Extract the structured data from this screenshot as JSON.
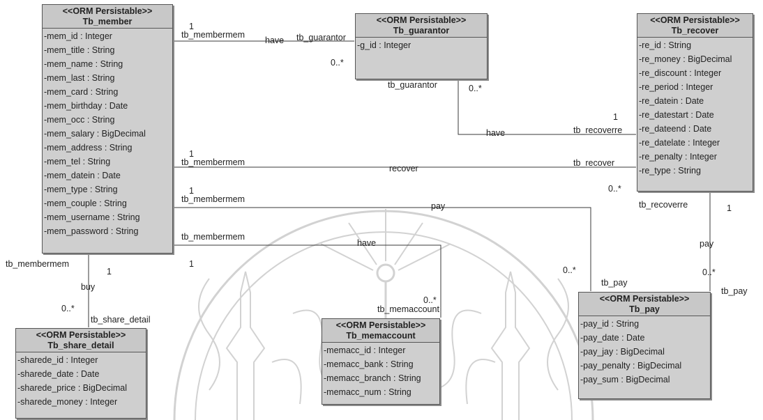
{
  "classes": {
    "member": {
      "stereotype": "<<ORM Persistable>>",
      "name": "Tb_member",
      "attributes": [
        "-mem_id : Integer",
        "-mem_title : String",
        "-mem_name : String",
        "-mem_last : String",
        "-mem_card : String",
        "-mem_birthday : Date",
        "-mem_occ : String",
        "-mem_salary : BigDecimal",
        "-mem_address : String",
        "-mem_tel : String",
        "-mem_datein : Date",
        "-mem_type : String",
        "-mem_couple : String",
        "-mem_username : String",
        "-mem_password : String"
      ]
    },
    "guarantor": {
      "stereotype": "<<ORM Persistable>>",
      "name": "Tb_guarantor",
      "attributes": [
        "-g_id : Integer"
      ]
    },
    "recover": {
      "stereotype": "<<ORM Persistable>>",
      "name": "Tb_recover",
      "attributes": [
        "-re_id : String",
        "-re_money : BigDecimal",
        "-re_discount : Integer",
        "-re_period : Integer",
        "-re_datein : Date",
        "-re_datestart : Date",
        "-re_dateend : Date",
        "-re_datelate : Integer",
        "-re_penalty : Integer",
        "-re_type : String"
      ]
    },
    "share_detail": {
      "stereotype": "<<ORM Persistable>>",
      "name": "Tb_share_detail",
      "attributes": [
        "-sharede_id : Integer",
        "-sharede_date : Date",
        "-sharede_price : BigDecimal",
        "-sharede_money : Integer"
      ]
    },
    "memaccount": {
      "stereotype": "<<ORM Persistable>>",
      "name": "Tb_memaccount",
      "attributes": [
        "-memacc_id : Integer",
        "-memacc_bank : String",
        "-memacc_branch : String",
        "-memacc_num : String"
      ]
    },
    "pay": {
      "stereotype": "<<ORM Persistable>>",
      "name": "Tb_pay",
      "attributes": [
        "-pay_id : String",
        "-pay_date : Date",
        "-pay_jay : BigDecimal",
        "-pay_penalty : BigDecimal",
        "-pay_sum : BigDecimal"
      ]
    }
  },
  "labels": {
    "a1_mult_member": "1",
    "a1_role_member": "tb_membermem",
    "a1_name": "have",
    "a1_role_guarantor": "tb_guarantor",
    "a1_mult_guarantor": "0..*",
    "a2_role_guarantor": "tb_guarantor",
    "a2_mult_guarantor": "0..*",
    "a2_name": "have",
    "a2_mult_recover": "1",
    "a2_role_recover": "tb_recoverre",
    "a3_mult_member": "1",
    "a3_role_member": "tb_membermem",
    "a3_name": "recover",
    "a3_role_recover": "tb_recover",
    "a3_mult_recover": "0..*",
    "a4_mult_member": "1",
    "a4_role_member": "tb_membermem",
    "a4_name": "pay",
    "a4_mult_pay": "0..*",
    "a4_role_pay": "tb_pay",
    "a5_role_member": "tb_membermem",
    "a5_mult_member": "1",
    "a5_name": "have",
    "a5_mult_memaccount": "0..*",
    "a5_role_memaccount": "tb_memaccount",
    "a6_role_member": "tb_membermem",
    "a6_mult_member": "1",
    "a6_name": "buy",
    "a6_mult_share": "0..*",
    "a6_role_share": "tb_share_detail",
    "a7_role_recover": "tb_recoverre",
    "a7_mult_recover": "1",
    "a7_name": "pay",
    "a7_mult_pay": "0..*",
    "a7_role_pay": "tb_pay"
  },
  "colors": {
    "class_fill": "#cfcfcf",
    "line": "#3a3a3a",
    "watermark": "#c9c9c9"
  }
}
